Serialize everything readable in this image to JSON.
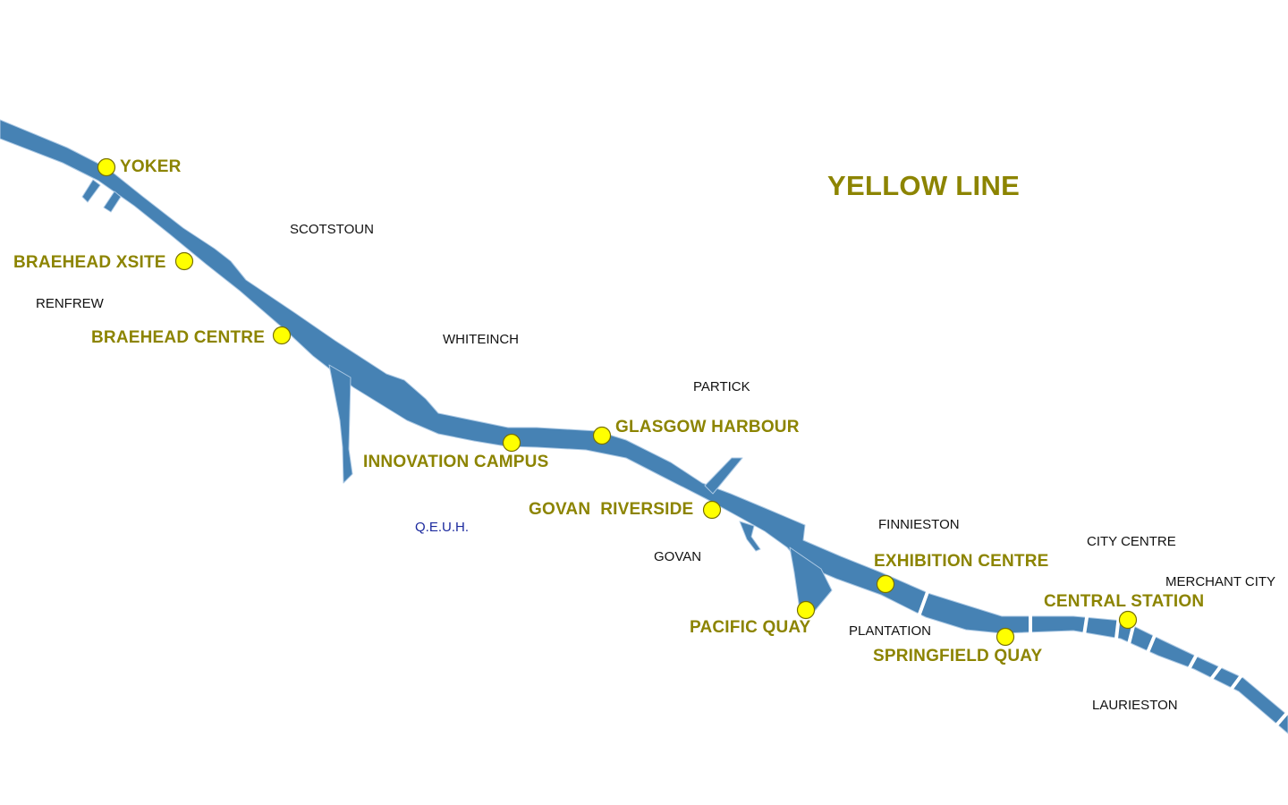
{
  "title": "YELLOW LINE",
  "colors": {
    "river": "#4682b4",
    "river_edge": "#a9c7e3",
    "stop_fill": "#ffff00",
    "stop_stroke": "#777000",
    "label": "#8c8400",
    "hospital_label": "#1c2a9e"
  },
  "stops": [
    {
      "name": "YOKER"
    },
    {
      "name": "BRAEHEAD XSITE"
    },
    {
      "name": "BRAEHEAD CENTRE"
    },
    {
      "name": "INNOVATION CAMPUS"
    },
    {
      "name": "GLASGOW HARBOUR"
    },
    {
      "name": "GOVAN  RIVERSIDE"
    },
    {
      "name": "PACIFIC QUAY"
    },
    {
      "name": "EXHIBITION CENTRE"
    },
    {
      "name": "SPRINGFIELD QUAY"
    },
    {
      "name": "CENTRAL STATION"
    }
  ],
  "areas": [
    {
      "name": "SCOTSTOUN"
    },
    {
      "name": "RENFREW"
    },
    {
      "name": "WHITEINCH"
    },
    {
      "name": "PARTICK"
    },
    {
      "name": "Q.E.U.H."
    },
    {
      "name": "GOVAN"
    },
    {
      "name": "FINNIESTON"
    },
    {
      "name": "CITY CENTRE"
    },
    {
      "name": "MERCHANT CITY"
    },
    {
      "name": "PLANTATION"
    },
    {
      "name": "LAURIESTON"
    }
  ]
}
